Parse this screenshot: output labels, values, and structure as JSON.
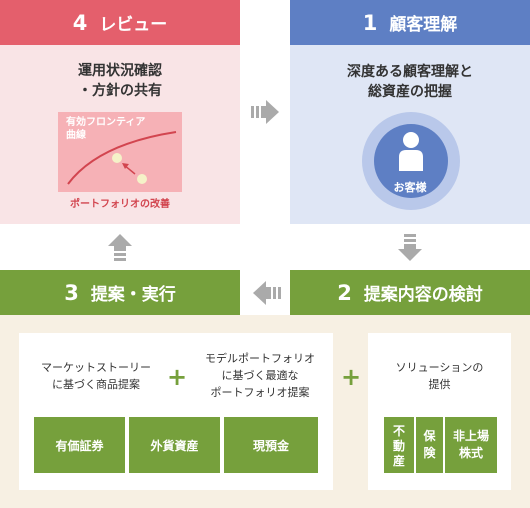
{
  "review": {
    "num": "4",
    "title": "レビュー",
    "body_line1": "運用状況確認",
    "body_line2": "・方針の共有",
    "chart_title_line1": "有効フロンティア",
    "chart_title_line2": "曲線",
    "chart_caption": "ポートフォリオの改善"
  },
  "customer": {
    "num": "1",
    "title": "顧客理解",
    "body_line1": "深度ある顧客理解と",
    "body_line2": "総資産の把握",
    "icon_label": "お客様"
  },
  "proposal": {
    "num": "2",
    "title": "提案内容の検討"
  },
  "execution": {
    "num": "3",
    "title": "提案・実行"
  },
  "story": {
    "line1": "マーケットストーリー",
    "line2": "に基づく商品提案"
  },
  "model": {
    "line1": "モデルポートフォリオ",
    "line2": "に基づく最適な",
    "line3": "ポートフォリオ提案"
  },
  "solution": {
    "line1": "ソリューションの",
    "line2": "提供"
  },
  "plus_sign": "+",
  "products": [
    "有価証券",
    "外貨資産",
    "現預金"
  ],
  "solutions": [
    "不動産",
    "保険",
    "非上場株式"
  ],
  "colors": {
    "review": "#e45f6c",
    "customer": "#5e7fc4",
    "green": "#76a03c"
  }
}
